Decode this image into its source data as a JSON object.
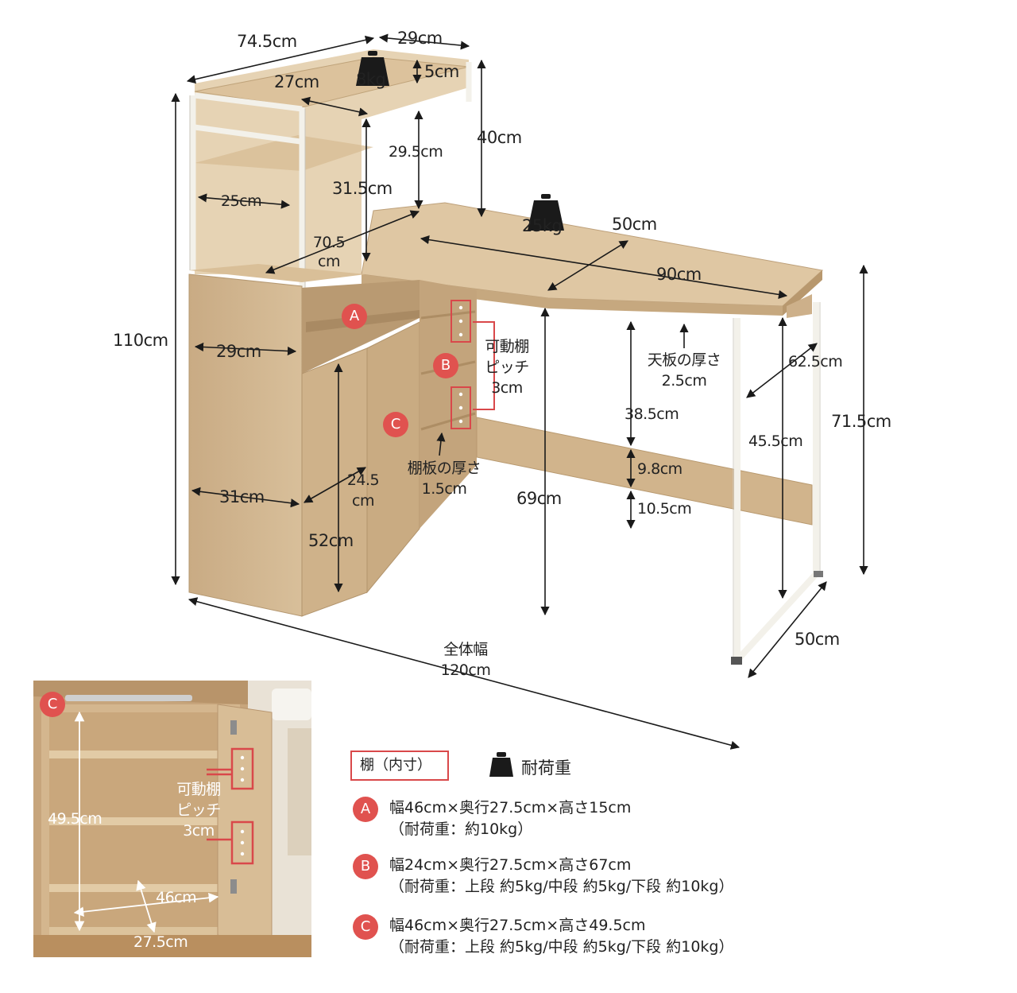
{
  "colors": {
    "wood": "#cdb08a",
    "wood_light": "#e0cba9",
    "wood_dark": "#b8976c",
    "frame": "#f1efe9",
    "accent_red": "#d9484a",
    "badge_red": "#e0524f",
    "line": "#1a1a1a"
  },
  "dimensions": {
    "top_width": "74.5cm",
    "top_depth": "29cm",
    "top_shelf_width": "27cm",
    "top_shelf_load": "8kg",
    "top_rail": "5cm",
    "hutch_height": "40cm",
    "shelf_gap": "29.5cm",
    "hutch_inner": "31.5cm",
    "hutch_depth": "25cm",
    "hutch_width_l1": "70.5",
    "hutch_width_l2": "cm",
    "desk_load": "25kg",
    "desk_depth": "50cm",
    "desk_width": "90cm",
    "total_height": "110cm",
    "cabinet_depth_upper": "29cm",
    "cabinet_depth_lower": "31cm",
    "door_width_l1": "24.5",
    "door_width_l2": "cm",
    "cabinet_height": "52cm",
    "shelf_thickness_l1": "棚板の厚さ",
    "shelf_thickness_l2": "1.5cm",
    "pitch_l1": "可動棚",
    "pitch_l2": "ピッチ",
    "pitch_l3": "3cm",
    "desk_clearance": "69cm",
    "top_thickness_l1": "天板の厚さ",
    "top_thickness_l2": "2.5cm",
    "under_top": "38.5cm",
    "bar_height": "9.8cm",
    "bar_bottom": "10.5cm",
    "frame_depth": "62.5cm",
    "leg_height": "45.5cm",
    "desk_height": "71.5cm",
    "leg_depth": "50cm",
    "total_width_l1": "全体幅",
    "total_width_l2": "120cm"
  },
  "badges": {
    "a": "A",
    "b": "B",
    "c": "C"
  },
  "photo": {
    "badge": "C",
    "height": "49.5cm",
    "pitch_l1": "可動棚",
    "pitch_l2": "ピッチ",
    "pitch_l3": "3cm",
    "width": "46cm",
    "depth": "27.5cm"
  },
  "legend": {
    "shelf_label": "棚（内寸）",
    "load_label": "耐荷重",
    "items": [
      {
        "key": "A",
        "line1": "幅46cm×奥行27.5cm×高さ15cm",
        "line2": "（耐荷重：約10kg）"
      },
      {
        "key": "B",
        "line1": "幅24cm×奥行27.5cm×高さ67cm",
        "line2": "（耐荷重：上段 約5kg/中段 約5kg/下段 約10kg）"
      },
      {
        "key": "C",
        "line1": "幅46cm×奥行27.5cm×高さ49.5cm",
        "line2": "（耐荷重：上段 約5kg/中段 約5kg/下段 約10kg）"
      }
    ]
  }
}
